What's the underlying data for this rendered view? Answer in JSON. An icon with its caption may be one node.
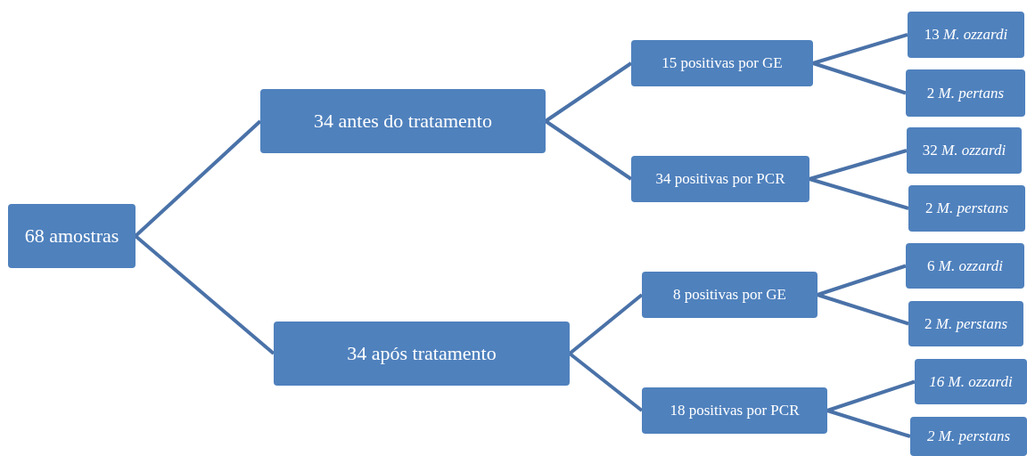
{
  "diagram": {
    "nodes": [
      {
        "text": [
          "68 amostras"
        ]
      },
      {
        "text": [
          "34 antes do tratamento"
        ]
      },
      {
        "text": [
          "15 positivas por GE"
        ]
      },
      {
        "text": [
          "13 *M. ozzardi*"
        ]
      },
      {
        "text": [
          "2 *M. pertans*"
        ]
      },
      {
        "text": [
          "34 positivas por PCR"
        ]
      },
      {
        "text": [
          "32 *M. ozzardi*"
        ]
      },
      {
        "text": [
          "2 *M. perstans*"
        ]
      },
      {
        "text": [
          "34 após tratamento"
        ]
      },
      {
        "text": [
          "8 positivas por GE"
        ]
      },
      {
        "text": [
          "6 *M. ozzardi*"
        ]
      },
      {
        "text": [
          "2 *M. perstans*"
        ]
      },
      {
        "text": [
          "18 positivas por PCR"
        ]
      },
      {
        "text": [
          "*16 M. ozzardi*"
        ]
      },
      {
        "text": [
          "*2 M. perstans*"
        ]
      }
    ],
    "edges": [
      {
        "from": 0,
        "to": 1,
        "arrow": "none"
      },
      {
        "from": 0,
        "to": 8,
        "arrow": "none"
      },
      {
        "from": 1,
        "to": 2,
        "arrow": "none"
      },
      {
        "from": 1,
        "to": 5,
        "arrow": "none"
      },
      {
        "from": 2,
        "to": 3,
        "arrow": "none"
      },
      {
        "from": 2,
        "to": 4,
        "arrow": "none"
      },
      {
        "from": 5,
        "to": 6,
        "arrow": "none"
      },
      {
        "from": 5,
        "to": 7,
        "arrow": "none"
      },
      {
        "from": 8,
        "to": 9,
        "arrow": "none"
      },
      {
        "from": 8,
        "to": 12,
        "arrow": "none"
      },
      {
        "from": 9,
        "to": 10,
        "arrow": "none"
      },
      {
        "from": 9,
        "to": 11,
        "arrow": "none"
      },
      {
        "from": 12,
        "to": 13,
        "arrow": "none"
      },
      {
        "from": 12,
        "to": 14,
        "arrow": "none"
      }
    ]
  }
}
